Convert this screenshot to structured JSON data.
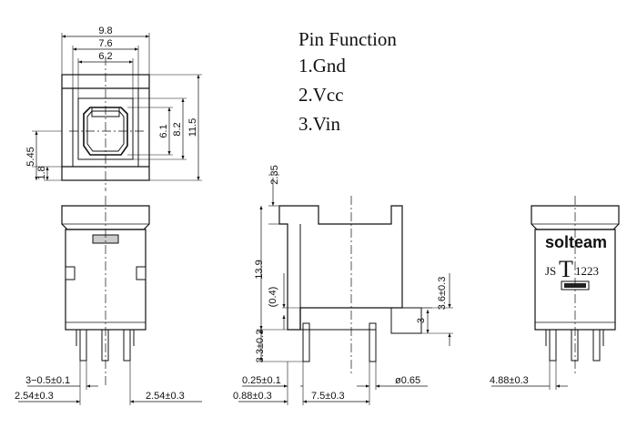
{
  "pin_function": {
    "title": "Pin Function",
    "items": [
      "1.Gnd",
      "2.Vcc",
      "3.Vin"
    ]
  },
  "top_view": {
    "dim_w1": "9.8",
    "dim_w2": "7.6",
    "dim_w3": "6.2",
    "dim_h1": "6.1",
    "dim_h2": "8.2",
    "dim_h3": "11.5",
    "dim_l1": "5.45",
    "dim_l2": "1.8"
  },
  "front_view": {
    "pin_spec": "3−0.5±0.1",
    "pitch_left": "2.54±0.3",
    "pitch_right": "2.54±0.3"
  },
  "side_view": {
    "dim_top": "2.35",
    "dim_body": "13.9",
    "dim_step": "(0.4)",
    "dim_pin": "3.3±0.3",
    "dim_tab": "3",
    "dim_tab_h": "3.6±0.3",
    "dim_gap": "0.25±0.1",
    "dim_dia": "ø0.65",
    "dim_offset": "0.88±0.3",
    "dim_pitch": "7.5±0.3"
  },
  "back_view": {
    "brand": "solteam",
    "marking_prefix": "JS",
    "marking_big": "T",
    "marking_code": "1223",
    "dim_offset": "4.88±0.3"
  }
}
